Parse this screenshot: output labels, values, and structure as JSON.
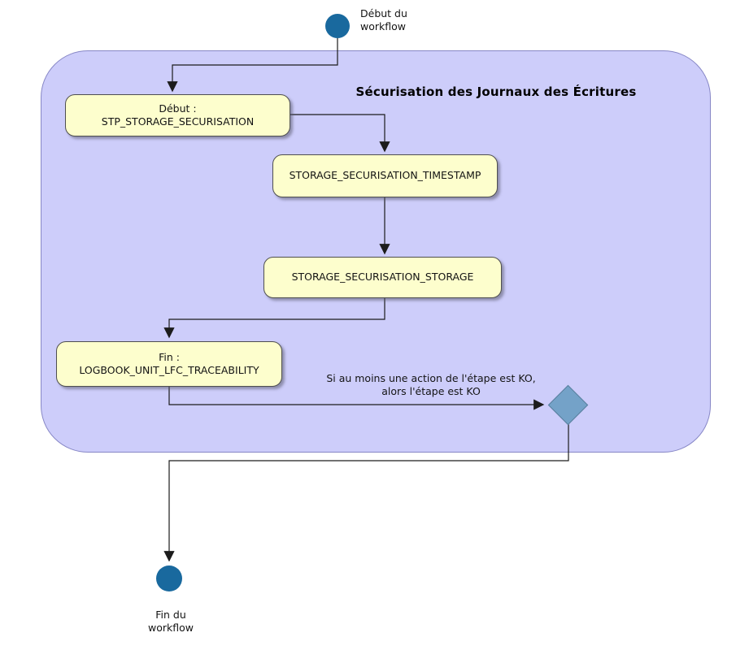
{
  "colors": {
    "frame_fill": "#cdcdfa",
    "frame_border": "#8787c6",
    "step_fill": "#fdfecd",
    "step_border": "#4f4f4f",
    "node_fill": "#19699e",
    "diamond_fill": "#74a2c8",
    "diamond_border": "#587e9c",
    "line": "#1c1c1c",
    "text": "#141414"
  },
  "start_node": {
    "label": "Début du\nworkflow"
  },
  "frame": {
    "title": "Sécurisation des Journaux des Écritures"
  },
  "steps": {
    "begin": {
      "line1": "Début :",
      "line2": "STP_STORAGE_SECURISATION"
    },
    "timestamp": {
      "label": "STORAGE_SECURISATION_TIMESTAMP"
    },
    "storage": {
      "label": "STORAGE_SECURISATION_STORAGE"
    },
    "end": {
      "line1": "Fin :",
      "line2": "LOGBOOK_UNIT_LFC_TRACEABILITY"
    }
  },
  "decision": {
    "note": "Si au moins une action de l'étape est KO,\nalors l'étape est KO"
  },
  "end_node": {
    "label": "Fin du\nworkflow"
  }
}
